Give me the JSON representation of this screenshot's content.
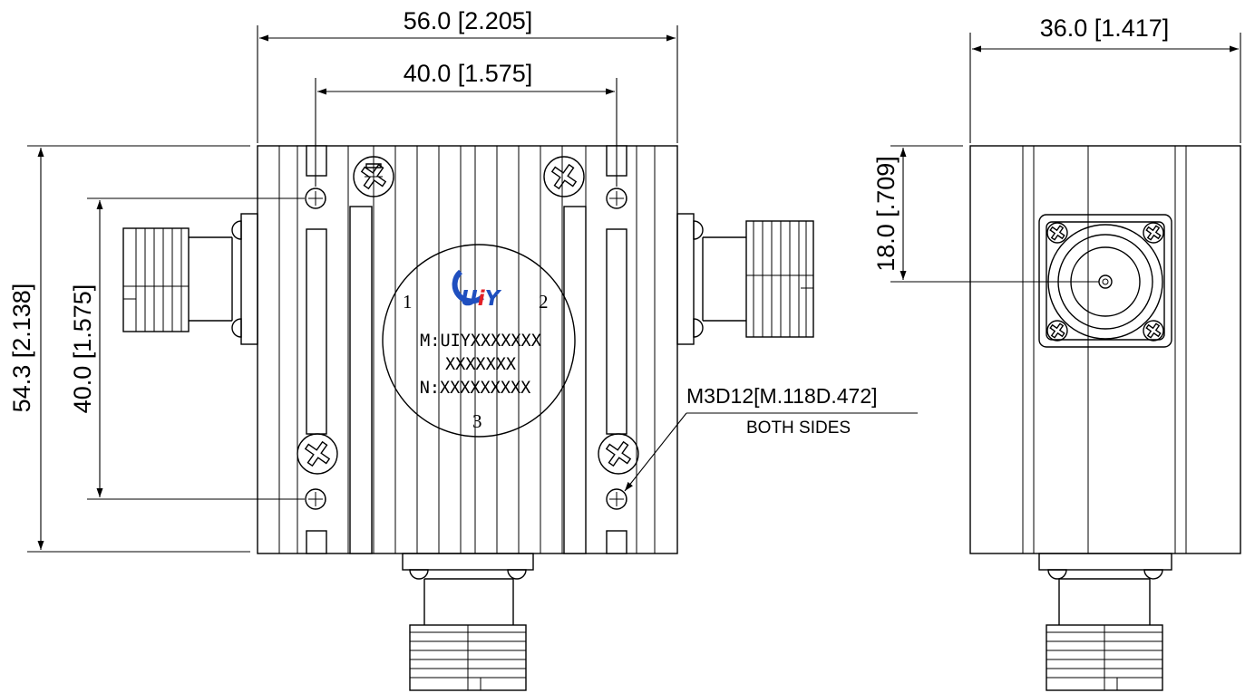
{
  "dimensions": {
    "front_width": "56.0 [2.205]",
    "mount_hole_spacing_h": "40.0 [1.575]",
    "side_width": "36.0 [1.417]",
    "total_height": "54.3 [2.138]",
    "mount_hole_spacing_v": "40.0 [1.575]",
    "connector_center_height": "18.0 [.709]"
  },
  "label": {
    "port_1": "1",
    "port_2": "2",
    "port_3": "3",
    "model_line": "M:UIYXXXXXXX",
    "model_line_2": "XXXXXXX",
    "serial_line": "N:XXXXXXXXX",
    "logo_text": "UiY"
  },
  "annotation": {
    "thread_spec": "M3D12[M.118D.472]",
    "thread_note": "BOTH SIDES"
  },
  "colors": {
    "logo_blue": "#1f4fbf",
    "logo_red": "#e21f26",
    "line": "#000000"
  }
}
